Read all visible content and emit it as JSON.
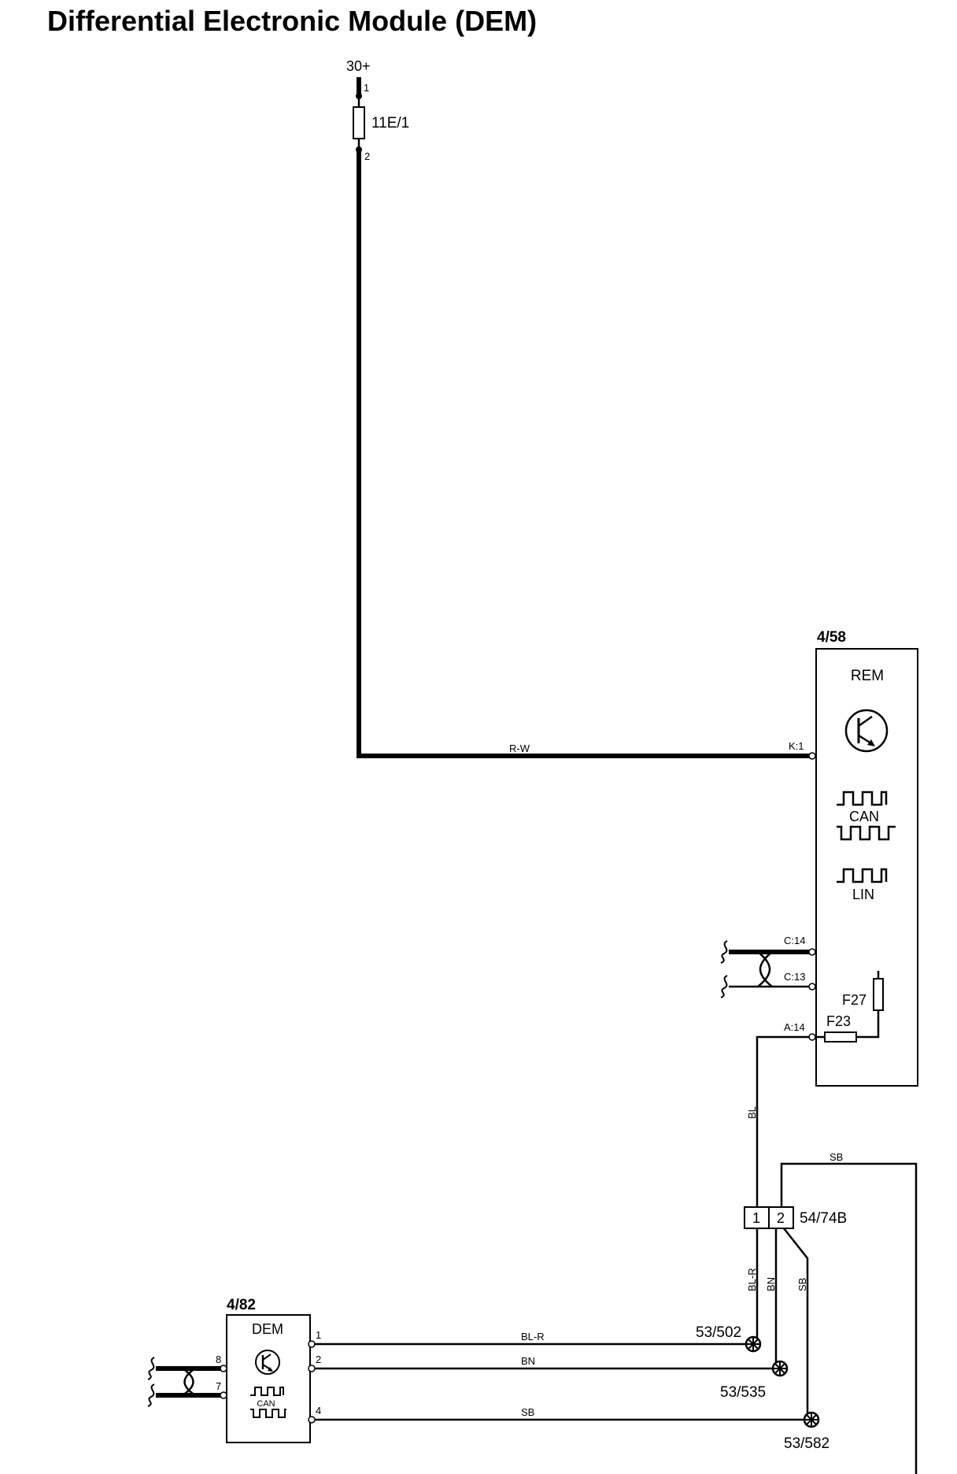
{
  "title": "Differential Electronic Module (DEM)",
  "supply": {
    "label": "30+"
  },
  "fuse": {
    "label": "11E/1",
    "pin_top": "1",
    "pin_bottom": "2"
  },
  "rem": {
    "ref": "4/58",
    "name": "REM",
    "can_label": "CAN",
    "lin_label": "LIN",
    "pins": {
      "k1": "K:1",
      "c14": "C:14",
      "c13": "C:13",
      "a14": "A:14"
    },
    "fuse_f27": "F27",
    "fuse_f23": "F23"
  },
  "connector": {
    "ref": "54/74B",
    "pin1": "1",
    "pin2": "2"
  },
  "dem": {
    "ref": "4/82",
    "name": "DEM",
    "can_label": "CAN",
    "pins": {
      "p1": "1",
      "p2": "2",
      "p4": "4",
      "p7": "7",
      "p8": "8"
    }
  },
  "wires": {
    "r_w": "R-W",
    "bl": "BL",
    "sb_top": "SB",
    "bl_r_v": "BL-R",
    "bn_v": "BN",
    "sb_v": "SB",
    "bl_r_h": "BL-R",
    "bn_h": "BN",
    "sb_h": "SB"
  },
  "grounds": {
    "g502": "53/502",
    "g535": "53/535",
    "g582": "53/582"
  }
}
